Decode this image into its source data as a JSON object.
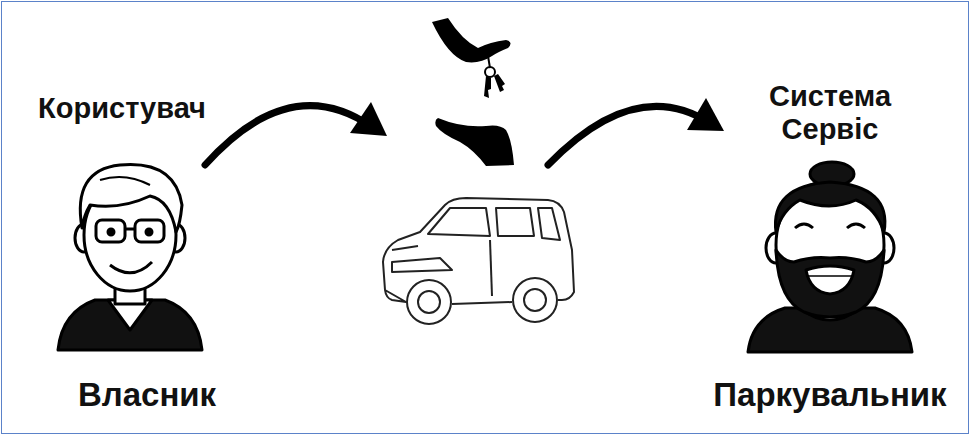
{
  "diagram": {
    "labels": [
      "Користувач",
      "Власник",
      "Система Сервіс",
      "Паркувальник"
    ]
  }
}
